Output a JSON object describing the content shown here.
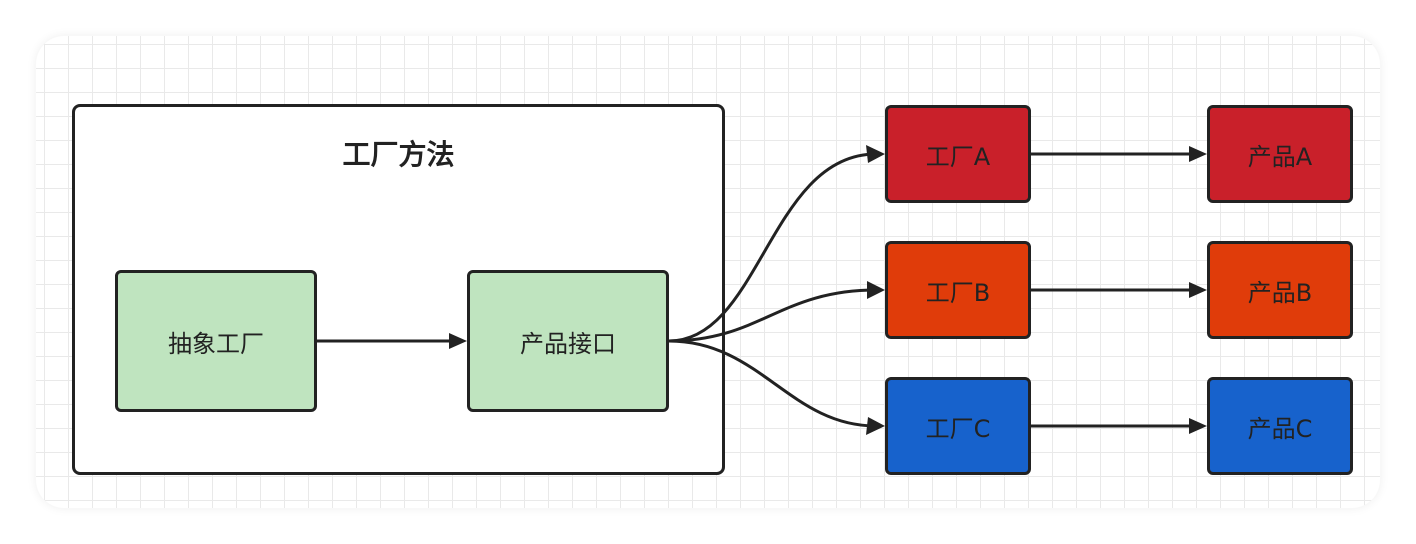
{
  "group": {
    "title": "工厂方法"
  },
  "nodes": {
    "abstract_factory": "抽象工厂",
    "product_interface": "产品接口",
    "factory_a": "工厂A",
    "factory_b": "工厂B",
    "factory_c": "工厂C",
    "product_a": "产品A",
    "product_b": "产品B",
    "product_c": "产品C"
  },
  "colors": {
    "green": "#bfe4bf",
    "red": "#c9202a",
    "orange": "#e03c0a",
    "blue": "#1762cc",
    "stroke": "#222222"
  }
}
